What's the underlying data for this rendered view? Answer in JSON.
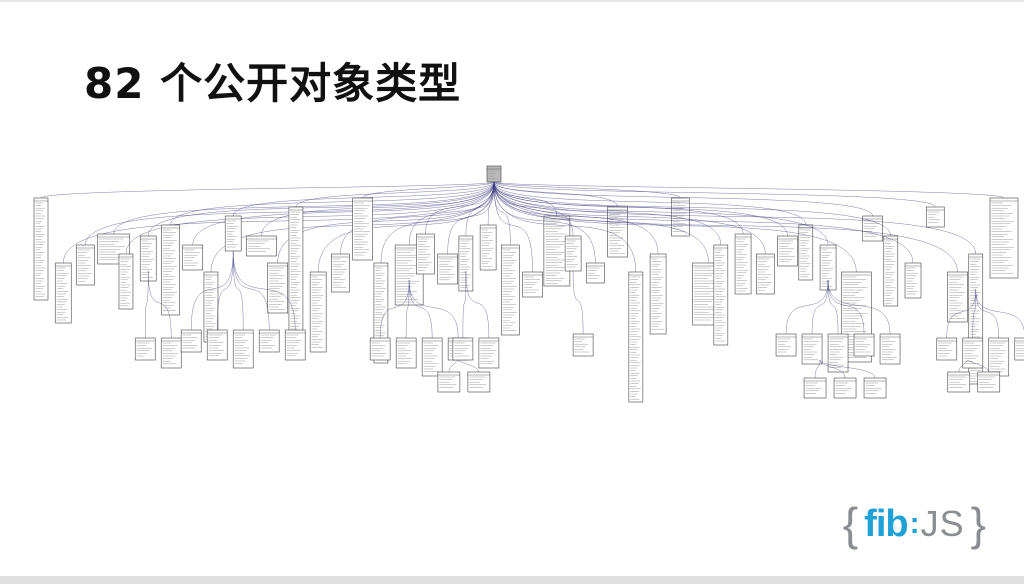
{
  "slide": {
    "title": "82 个公开对象类型"
  },
  "diagram": {
    "root": {
      "id": "root"
    },
    "top_level_count": 46,
    "line_color": "#3a3a80",
    "box_stroke": "#444444",
    "root_fill": "#b9b9b9",
    "sub_trees": [
      {
        "parent": 5,
        "children": 2
      },
      {
        "parent": 9,
        "children": 5
      },
      {
        "parent": 17,
        "children": 4
      },
      {
        "parent": 20,
        "children": 2
      },
      {
        "parent": 20,
        "grandchildren": 2
      },
      {
        "parent": 25,
        "children": 1
      },
      {
        "parent": 37,
        "children": 5
      },
      {
        "parent": 37,
        "grandchildren": 3
      },
      {
        "parent": 44,
        "children": 4
      },
      {
        "parent": 44,
        "grandchildren": 2
      }
    ]
  },
  "logo": {
    "brace_open": "{",
    "fib": "fib",
    "colon": ":",
    "js": "JS",
    "brace_close": "}",
    "fib_color": "#1fa0d6",
    "gray_color": "#8a8d92"
  }
}
